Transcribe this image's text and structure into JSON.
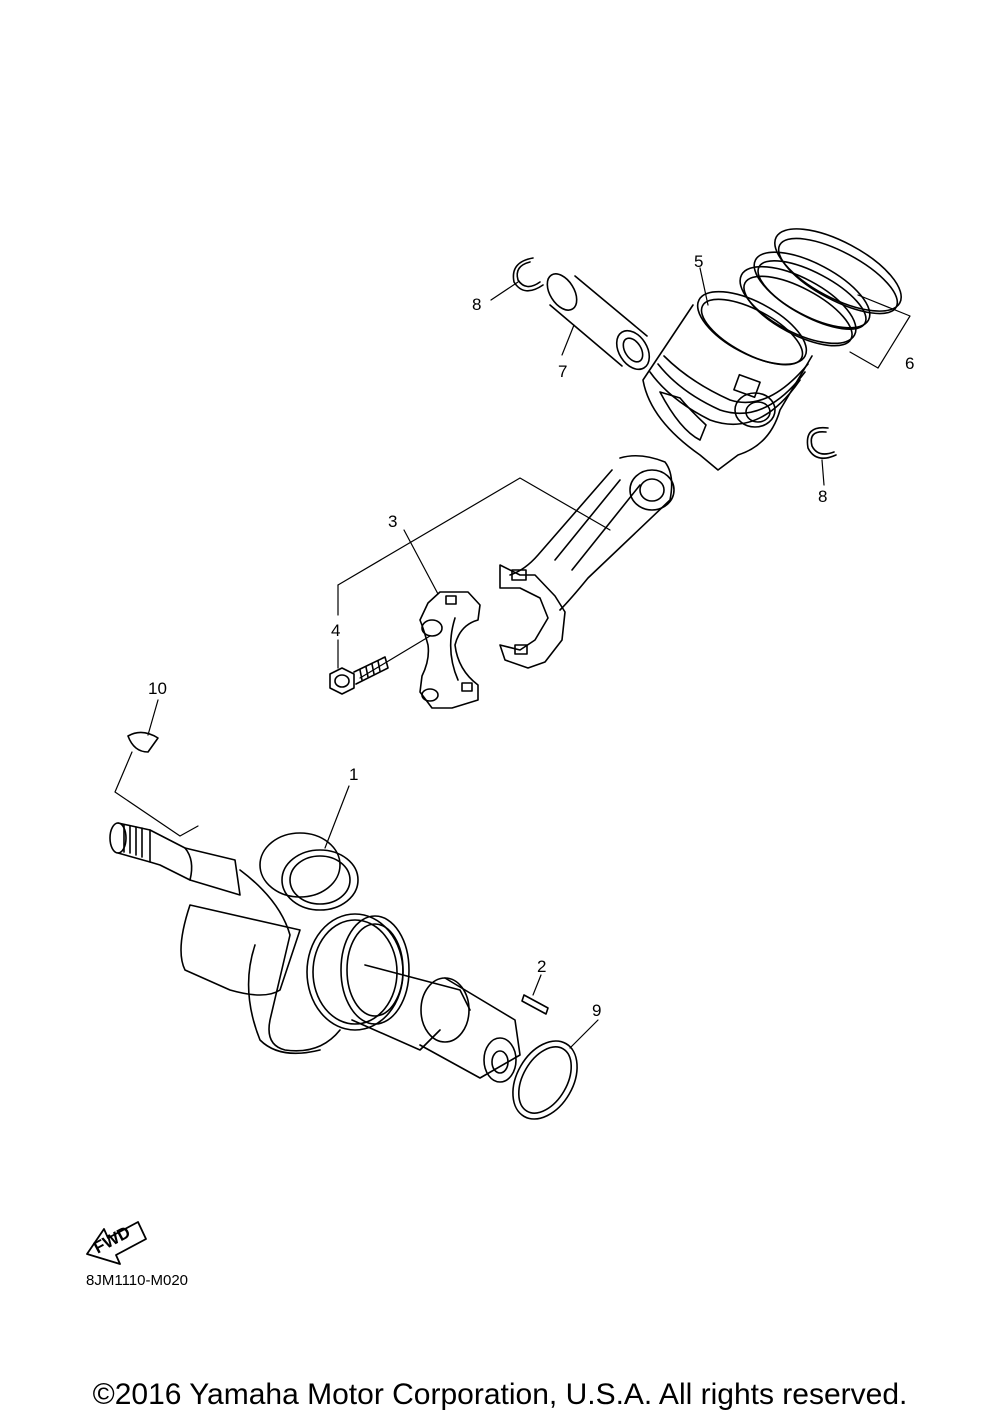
{
  "callouts": {
    "c1": "1",
    "c2": "2",
    "c3": "3",
    "c4": "4",
    "c5": "5",
    "c6": "6",
    "c7": "7",
    "c8a": "8",
    "c8b": "8",
    "c9": "9",
    "c10": "10"
  },
  "fwd_label": "FWD",
  "diagram_code": "8JM1110-M020",
  "copyright": "©2016 Yamaha Motor Corporation, U.S.A. All rights reserved."
}
